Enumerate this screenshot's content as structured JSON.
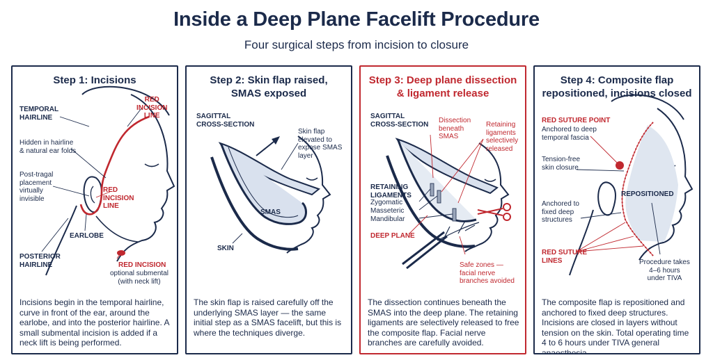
{
  "header": {
    "title": "Inside a Deep Plane Facelift Procedure",
    "subtitle": "Four surgical steps from incision to closure"
  },
  "colors": {
    "navy": "#1b2a4a",
    "accent_red": "#c0282f",
    "tissue_fill": "#d9e1ee"
  },
  "steps": [
    {
      "title_line1": "Step 1: Incisions",
      "labels": {
        "temporal_hairline": "TEMPORAL\nHAIRLINE",
        "red_incision_line_top": "RED\nINCISION\nLINE",
        "hidden_note": "Hidden in hairline\n& natural ear folds",
        "post_tragal": "Post-tragal\nplacement\nvirtually\ninvisible",
        "red_incision_line_mid": "RED\nINCISION\nLINE",
        "earlobe": "EARLOBE",
        "posterior_hairline": "POSTERIOR\nHAIRLINE",
        "red_incision": "RED INCISION",
        "submental_note": "optional submental\n(with neck lift)"
      },
      "description": "Incisions begin in the temporal hairline, curve in front of the ear, around the earlobe, and into the posterior hairline. A small submental incision is added if a neck lift is being performed."
    },
    {
      "title_line1": "Step 2: Skin flap raised,",
      "title_line2": "SMAS exposed",
      "labels": {
        "sagittal": "SAGITTAL\nCROSS-SECTION",
        "skin_flap": "Skin flap\nelevated to\nexpose SMAS\nlayer",
        "smas": "SMAS",
        "skin": "SKIN"
      },
      "description": "The skin flap is raised carefully off the underlying SMAS layer — the same initial step as a SMAS facelift, but this is where the techniques diverge."
    },
    {
      "title_line1": "Step 3: Deep plane dissection",
      "title_line2": "& ligament release",
      "labels": {
        "sagittal": "SAGITTAL\nCROSS-SECTION",
        "dissection": "Dissection\nbeneath\nSMAS",
        "retaining": "Retaining\nligaments\nselectively\nreleased",
        "retaining_ligaments": "RETAINING\nLIGAMENTS",
        "ligament_names": "Zygomatic\nMasseteric\nMandibular",
        "deep_plane": "DEEP PLANE",
        "safe_zones": "Safe zones —\nfacial nerve\nbranches avoided"
      },
      "description": "The dissection continues beneath the SMAS into the deep plane. The retaining ligaments are selectively released to free the composite flap. Facial nerve branches are carefully avoided."
    },
    {
      "title_line1": "Step 4: Composite flap",
      "title_line2": "repositioned, incisions closed",
      "labels": {
        "red_suture_point": "RED SUTURE POINT",
        "anchored_fascia": "Anchored to deep\ntemporal fascia",
        "tension_free": "Tension-free\nskin closure",
        "repositioned": "REPOSITIONED",
        "anchored_fixed": "Anchored to\nfixed deep\nstructures",
        "red_suture_lines": "RED SUTURE\nLINES",
        "procedure_time": "Procedure takes\n4–6 hours\nunder TIVA"
      },
      "description": "The composite flap is repositioned and anchored to fixed deep structures. Incisions are closed in layers without tension on the skin. Total operating time 4 to 6 hours under TIVA general anaesthesia."
    }
  ]
}
